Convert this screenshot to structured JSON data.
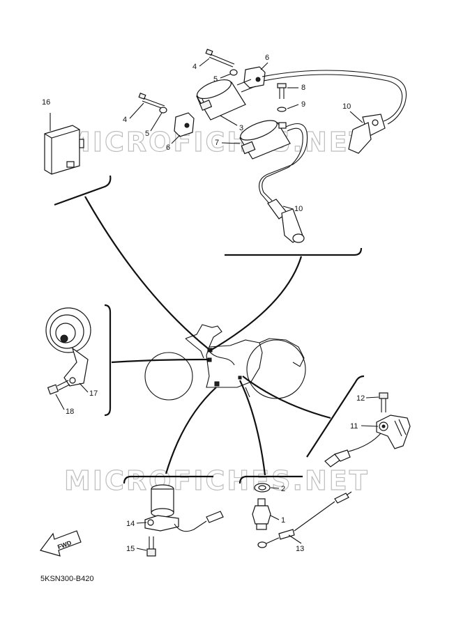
{
  "watermark": "MICROFICHES.NET",
  "diagram_code": "5KSN300-B420",
  "fwd_label": "FWD",
  "callouts": {
    "c1": "1",
    "c2": "2",
    "c3": "3",
    "c4a": "4",
    "c4b": "4",
    "c5a": "5",
    "c5b": "5",
    "c6a": "6",
    "c6b": "6",
    "c7": "7",
    "c8": "8",
    "c9": "9",
    "c10a": "10",
    "c10b": "10",
    "c11": "11",
    "c12": "12",
    "c13": "13",
    "c14": "14",
    "c15": "15",
    "c16": "16",
    "c17": "17",
    "c18": "18"
  }
}
